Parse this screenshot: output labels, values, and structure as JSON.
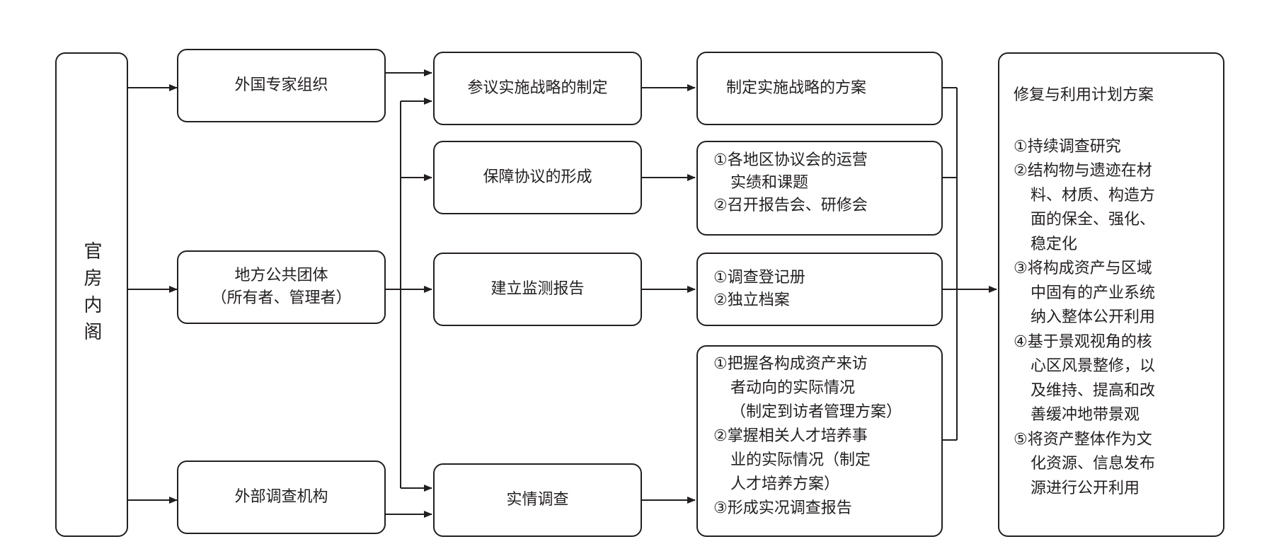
{
  "cabinet": "官房内阁",
  "orgs": {
    "foreign_experts": "外国专家组织",
    "local_gov_line1": "地方公共团体",
    "local_gov_line2": "（所有者、管理者）",
    "external_research": "外部调查机构"
  },
  "actions": {
    "strategy_participation": "参议实施战略的制定",
    "agreement_formation": "保障协议的形成",
    "monitoring_report": "建立监测报告",
    "field_survey": "实情调查"
  },
  "outputs": {
    "strategy_plan": "制定实施战略的方案",
    "agreement_items": [
      "①各地区协议会的运营",
      "实绩和课题",
      "②召开报告会、研修会"
    ],
    "monitoring_items": [
      "①调查登记册",
      "②独立档案"
    ],
    "survey_items": [
      "①把握各构成资产来访",
      "者动向的实际情况",
      "（制定到访者管理方案）",
      "②掌握相关人才培养事",
      "业的实际情况（制定",
      "人才培养方案）",
      "③形成实况调查报告"
    ]
  },
  "plan": {
    "title": "修复与利用计划方案",
    "items": [
      "①持续调查研究",
      "②结构物与遗迹在材",
      "料、材质、构造方",
      "面的保全、强化、",
      "稳定化",
      "③将构成资产与区域",
      "中固有的产业系统",
      "纳入整体公开利用",
      "④基于景观视角的核",
      "心区风景整修，以",
      "及维持、提高和改",
      "善缓冲地带景观",
      "⑤将资产整体作为文",
      "化资源、信息发布",
      "源进行公开利用"
    ]
  }
}
